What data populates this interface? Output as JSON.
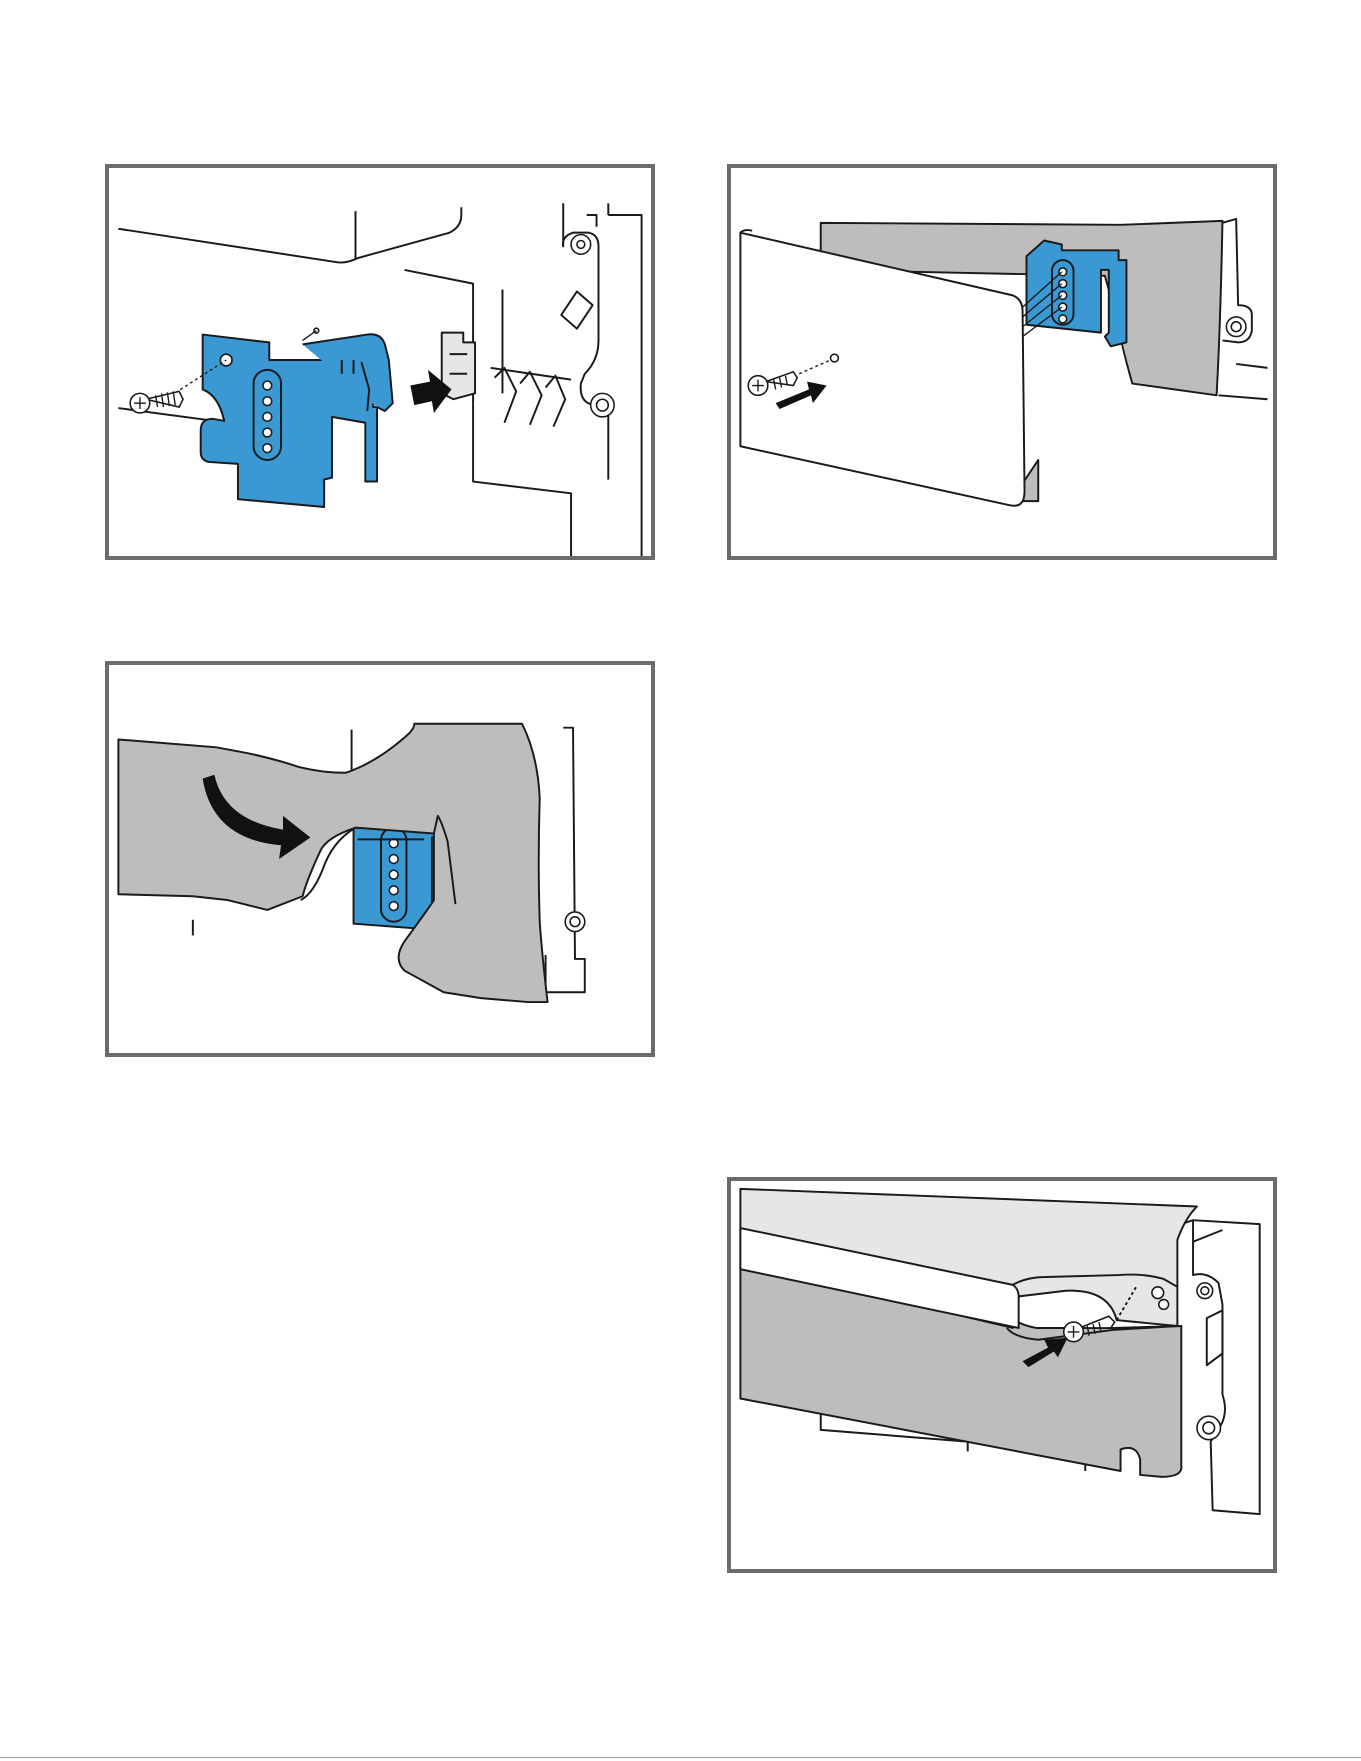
{
  "document": {
    "figures": [
      {
        "id": 1,
        "description_icon": "clip-mount-icon"
      },
      {
        "id": 2,
        "description_icon": "panel-screw-icon"
      },
      {
        "id": 3,
        "description_icon": "panel-hook-icon"
      },
      {
        "id": 4,
        "description_icon": "bottom-screw-icon"
      }
    ],
    "colors": {
      "frame": "#6b6b6b",
      "clip": "#3a98d2",
      "panel_grey": "#bdbdbd",
      "ink": "#1a1a1a"
    }
  }
}
